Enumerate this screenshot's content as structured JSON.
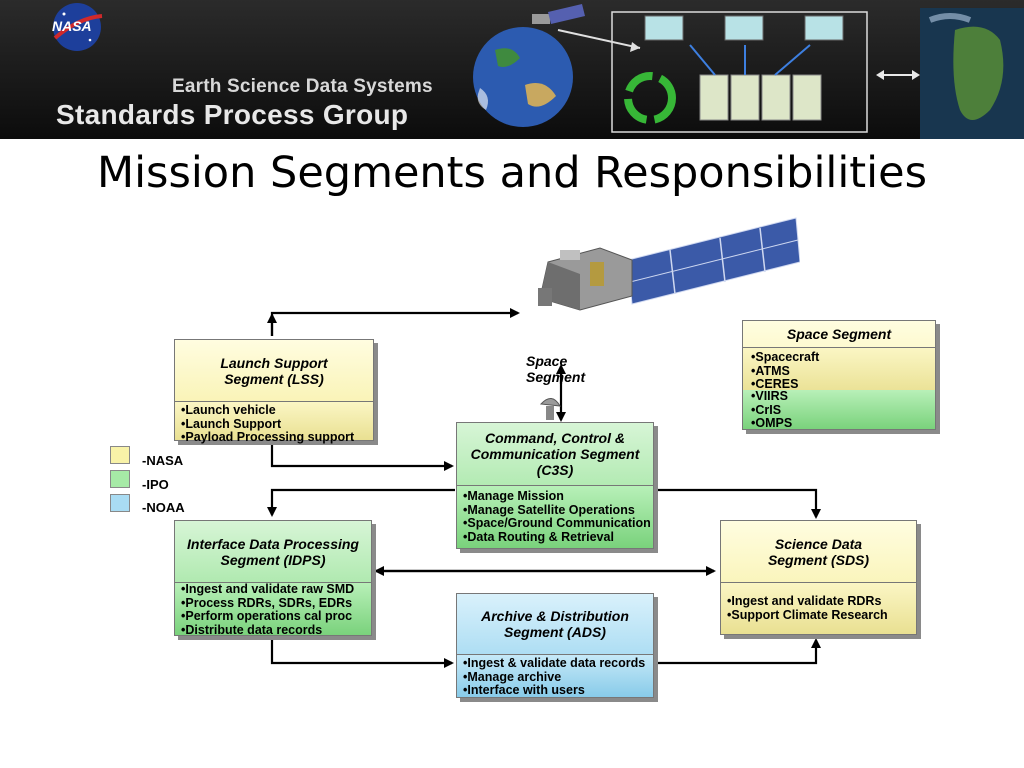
{
  "banner": {
    "logo_text": "NASA",
    "line1": "Earth Science Data Systems",
    "line2": "Standards Process Group"
  },
  "title": "Mission Segments and Responsibilities",
  "space_label": {
    "line1": "Space",
    "line2": "Segment"
  },
  "legend": [
    {
      "label": "-NASA",
      "color": "#f8f2a8"
    },
    {
      "label": "-IPO",
      "color": "#a6eaa6"
    },
    {
      "label": "-NOAA",
      "color": "#a9dcf3"
    }
  ],
  "segments": {
    "space": {
      "title": "Space Segment",
      "nasa_items": [
        "•Spacecraft",
        "•ATMS",
        "•CERES"
      ],
      "ipo_items": [
        "•VIIRS",
        "•CrIS",
        "•OMPS"
      ]
    },
    "lss": {
      "title_line1": "Launch Support",
      "title_line2": "Segment (LSS)",
      "items": [
        "•Launch vehicle",
        "•Launch Support",
        "•Payload Processing support"
      ]
    },
    "c3s": {
      "title_line1": "Command, Control &",
      "title_line2": "Communication Segment",
      "title_line3": "(C3S)",
      "items": [
        "•Manage Mission",
        "•Manage Satellite Operations",
        "•Space/Ground Communication",
        "•Data Routing & Retrieval"
      ]
    },
    "idps": {
      "title_line1": "Interface Data Processing",
      "title_line2": "Segment (IDPS)",
      "items": [
        "•Ingest and validate raw SMD",
        "•Process RDRs, SDRs, EDRs",
        "•Perform operations cal proc",
        "•Distribute data records"
      ]
    },
    "sds": {
      "title_line1": "Science Data",
      "title_line2": "Segment (SDS)",
      "items": [
        "•Ingest and validate RDRs",
        "•Support Climate Research"
      ]
    },
    "ads": {
      "title_line1": "Archive & Distribution",
      "title_line2": "Segment (ADS)",
      "items": [
        "•Ingest & validate data records",
        "•Manage archive",
        "•Interface with users"
      ]
    }
  }
}
